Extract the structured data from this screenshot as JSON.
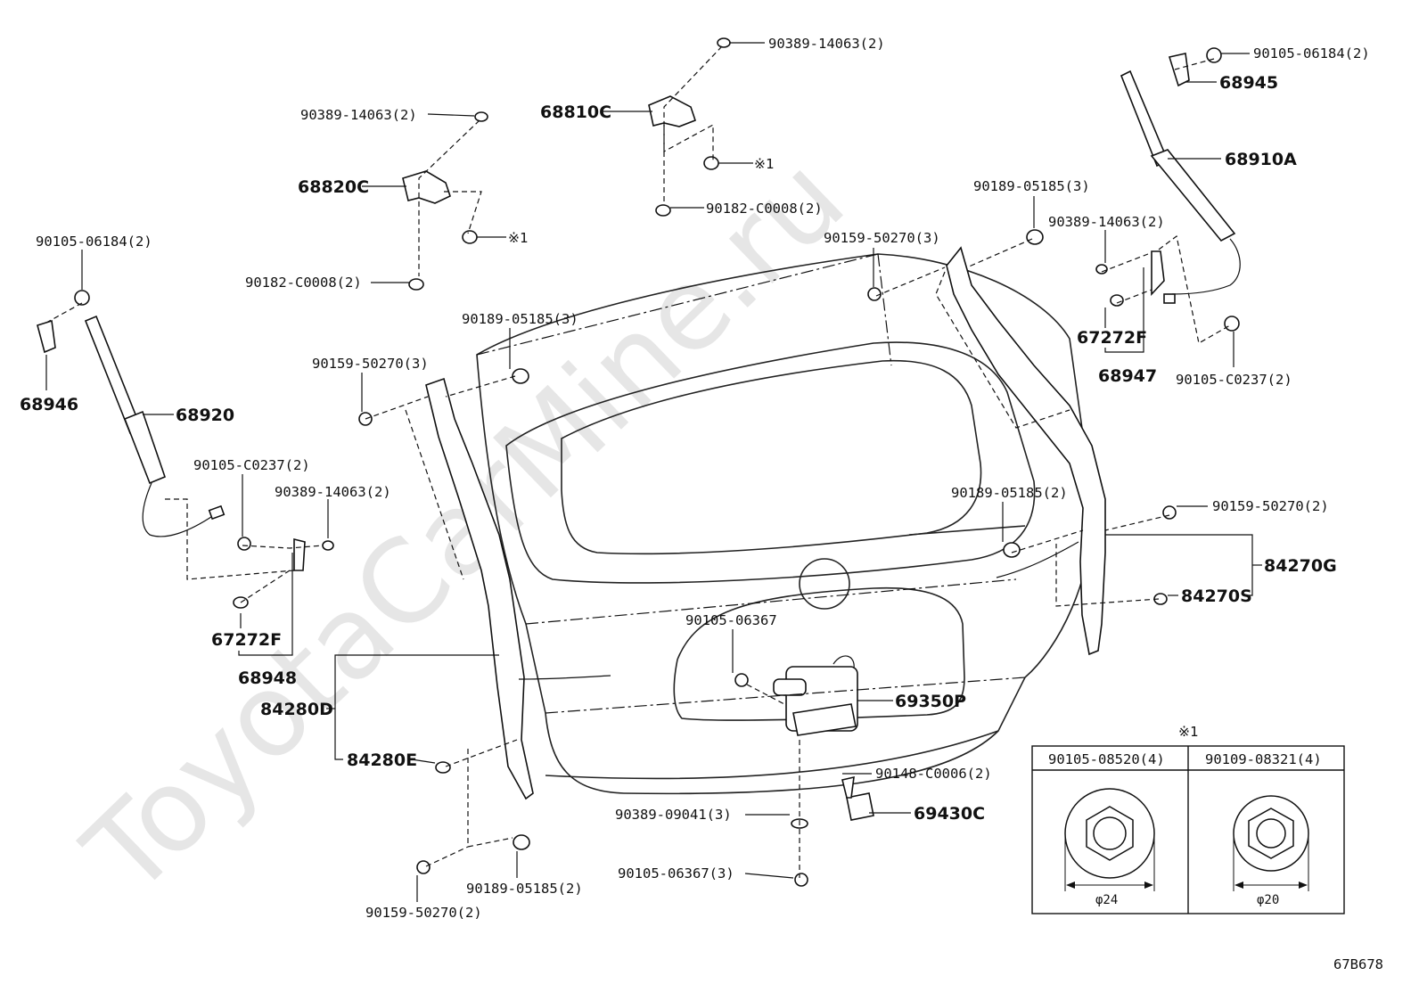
{
  "watermark": "ToyotaCarMine.ru",
  "diagram_code": "67B678",
  "note_marker": "※1",
  "callouts": {
    "c_90389_top_center": "90389-14063(2)",
    "c_68810C": "68810C",
    "c_note1_center": "※1",
    "c_90182_center": "90182-C0008(2)",
    "c_90389_upper_left": "90389-14063(2)",
    "c_68820C": "68820C",
    "c_note1_left": "※1",
    "c_90182_left": "90182-C0008(2)",
    "c_90105_06184_left": "90105-06184(2)",
    "c_68946": "68946",
    "c_68920": "68920",
    "c_90105_C0237_left": "90105-C0237(2)",
    "c_90389_left_mid": "90389-14063(2)",
    "c_67272F_left": "67272F",
    "c_68948": "68948",
    "c_90189_upper_mid": "90189-05185(3)",
    "c_90159_upper_mid": "90159-50270(3)",
    "c_90159_upper_right": "90159-50270(3)",
    "c_90189_upper_right": "90189-05185(3)",
    "c_90105_06184_right": "90105-06184(2)",
    "c_68945": "68945",
    "c_68910A": "68910A",
    "c_90389_right": "90389-14063(2)",
    "c_67272F_right": "67272F",
    "c_68947": "68947",
    "c_90105_C0237_right": "90105-C0237(2)",
    "c_90189_right_mid": "90189-05185(2)",
    "c_90159_right_mid": "90159-50270(2)",
    "c_84270G": "84270G",
    "c_84270S": "84270S",
    "c_84280D": "84280D",
    "c_84280E": "84280E",
    "c_90105_06367": "90105-06367",
    "c_69350P": "69350P",
    "c_90148": "90148-C0006(2)",
    "c_90389_09041": "90389-09041(3)",
    "c_69430C": "69430C",
    "c_90105_06367_3": "90105-06367(3)",
    "c_90189_bottom": "90189-05185(2)",
    "c_90159_bottom": "90159-50270(2)"
  },
  "inset_table": {
    "marker": "※1",
    "columns": [
      {
        "part": "90105-08520(4)",
        "dimension": "φ24"
      },
      {
        "part": "90109-08321(4)",
        "dimension": "φ20"
      }
    ]
  }
}
